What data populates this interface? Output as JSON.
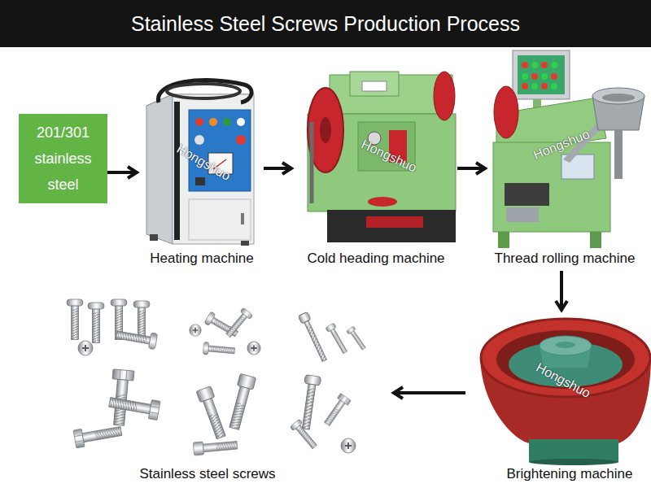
{
  "diagram": {
    "title": "Stainless Steel Screws Production Process",
    "nodes": [
      {
        "text": [
          "201/301 stainless steel"
        ]
      },
      {
        "text": [
          "Heating machine"
        ]
      },
      {
        "text": [
          "Cold heading machine"
        ]
      },
      {
        "text": [
          "Thread rolling machine"
        ]
      },
      {
        "text": [
          "Brightening machine"
        ]
      },
      {
        "text": [
          "Stainless steel screws"
        ]
      }
    ],
    "edges": [
      {
        "from": 0,
        "to": 1,
        "arrow": "to"
      },
      {
        "from": 1,
        "to": 2,
        "arrow": "to"
      },
      {
        "from": 2,
        "to": 3,
        "arrow": "to"
      },
      {
        "from": 3,
        "to": 4,
        "arrow": "to"
      },
      {
        "from": 4,
        "to": 5,
        "arrow": "to"
      }
    ],
    "labels": [
      "Hongshuo",
      "Hongshuo",
      "Hongshuo",
      "Hongshuo"
    ]
  }
}
